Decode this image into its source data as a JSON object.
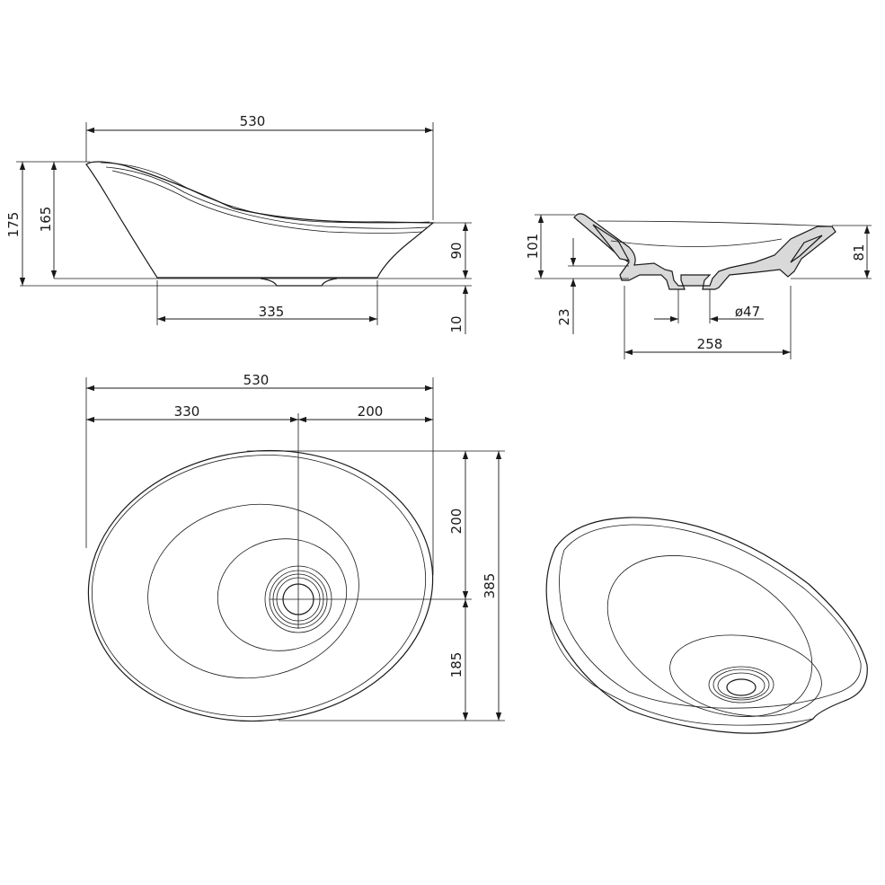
{
  "side_view": {
    "overall_length": "530",
    "overall_height": "175",
    "bowl_height": "165",
    "rim_height": "90",
    "base_recess": "10",
    "base_width": "335"
  },
  "section_view": {
    "section_height": "101",
    "rim_height": "81",
    "drain_depth": "23",
    "drain_diameter": "ø47",
    "base_width": "258"
  },
  "top_view": {
    "overall_length": "530",
    "drain_offset_left": "330",
    "drain_offset_right": "200",
    "overall_width": "385",
    "drain_offset_top": "200",
    "drain_offset_bottom": "185"
  }
}
